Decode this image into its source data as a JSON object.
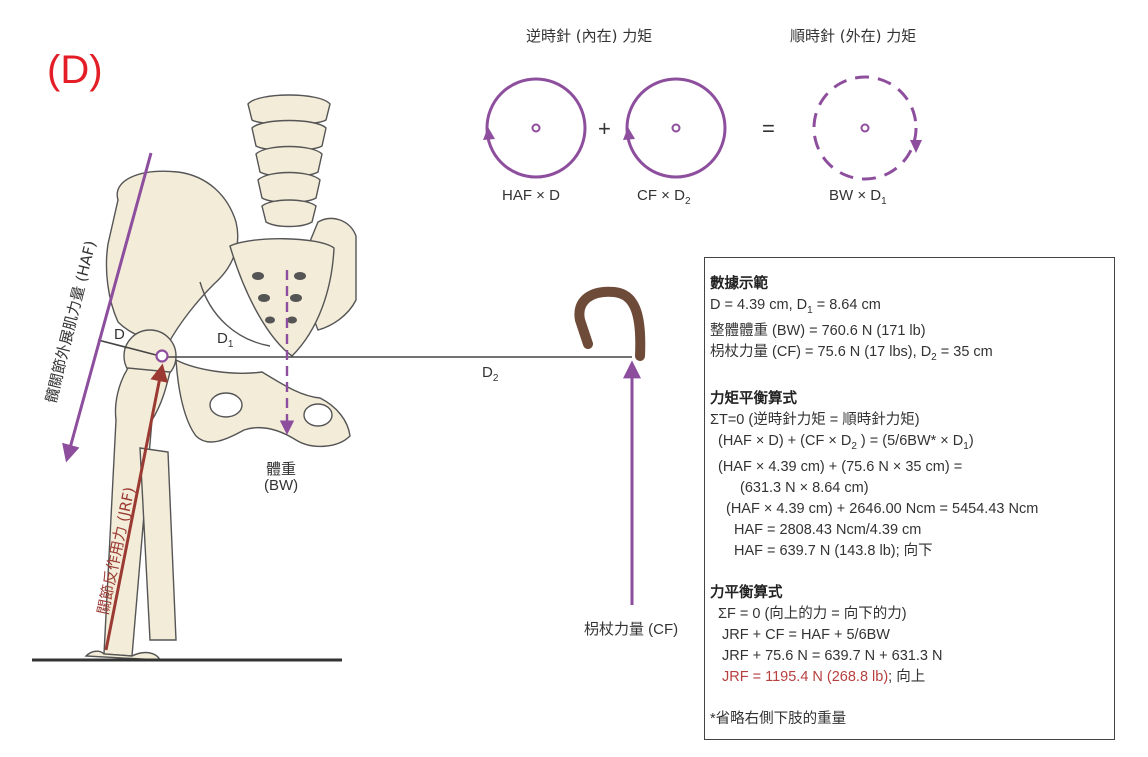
{
  "panel_label": "(D)",
  "moments": {
    "ccw_title": "逆時針 (內在) 力矩",
    "cw_title": "順時針 (外在) 力矩",
    "plus": "+",
    "equals": "=",
    "haf_term": "HAF × D",
    "cf_term_main": "CF × D",
    "cf_term_sub": "2",
    "bw_term_main": "BW × D",
    "bw_term_sub": "1"
  },
  "figure": {
    "haf_label": "髖關節外展肌力量 (HAF)",
    "jrf_label": "關節反作用力 (JRF)",
    "d_label": "D",
    "d1_main": "D",
    "d1_sub": "1",
    "d2_main": "D",
    "d2_sub": "2",
    "bw_label_1": "體重",
    "bw_label_2": "(BW)",
    "cf_label": "枴杖力量 (CF)"
  },
  "colors": {
    "purple": "#8e4e9e",
    "red_brown": "#9b3a33",
    "cane": "#6e4a38",
    "panel_label": "#e41e26",
    "jrf_text": "#b5403f"
  },
  "box": {
    "data_title": "數據示範",
    "line1_a": "D = 4.39 cm, D",
    "line1_sub": "1",
    "line1_b": " = 8.64 cm",
    "line2": "整體體重 (BW) = 760.6 N (171 lb)",
    "line3_a": "枴杖力量 (CF) = 75.6 N (17 lbs), D",
    "line3_sub": "2",
    "line3_b": " = 35 cm",
    "moment_title": "力矩平衡算式",
    "m1": "ΣT=0 (逆時針力矩 = 順時針力矩)",
    "m2_a": "(HAF × D) + (CF × D",
    "m2_sub": "2",
    "m2_b": " ) = (5/6BW* × D",
    "m2_sub2": "1",
    "m2_c": ")",
    "m3": "(HAF × 4.39 cm) + (75.6 N × 35 cm) =",
    "m4": "(631.3 N × 8.64 cm)",
    "m5": "(HAF × 4.39 cm) + 2646.00 Ncm = 5454.43 Ncm",
    "m6": "HAF = 2808.43 Ncm/4.39 cm",
    "m7": "HAF = 639.7 N (143.8 lb); 向下",
    "force_title": "力平衡算式",
    "f1": "ΣF = 0 (向上的力 = 向下的力)",
    "f2": "JRF + CF = HAF + 5/6BW",
    "f3": "JRF + 75.6 N = 639.7 N + 631.3 N",
    "f4_red": "JRF = 1195.4 N (268.8 lb)",
    "f4_rest": "; 向上",
    "footnote": "*省略右側下肢的重量"
  }
}
